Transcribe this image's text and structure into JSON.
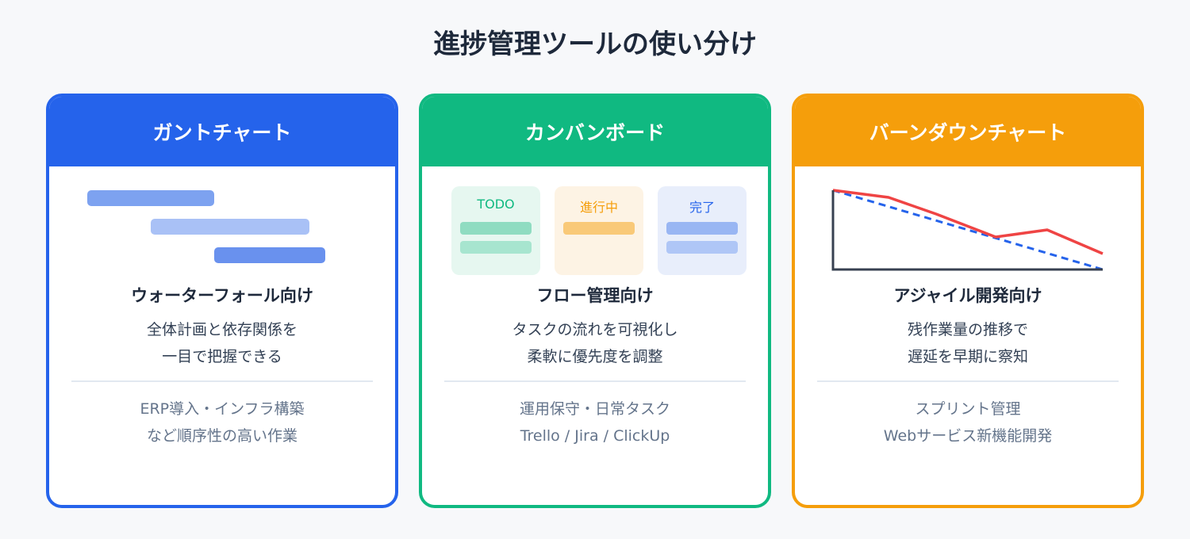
{
  "title": "進捗管理ツールの使い分け",
  "cards": [
    {
      "header": "ガントチャート",
      "color": "#2563eb",
      "heading": "ウォーターフォール向け",
      "desc_lines": [
        "全体計画と依存関係を",
        "一目で把握できる"
      ],
      "uses_lines": [
        "ERP導入・インフラ構築",
        "など順序性の高い作業"
      ]
    },
    {
      "header": "カンバンボード",
      "color": "#10b981",
      "heading": "フロー管理向け",
      "desc_lines": [
        "タスクの流れを可視化し",
        "柔軟に優先度を調整"
      ],
      "uses_lines": [
        "運用保守・日常タスク",
        "Trello / Jira / ClickUp"
      ],
      "columns": [
        {
          "label": "TODO",
          "label_color": "#10b981",
          "bg": "#e6f7f0",
          "cards": 2
        },
        {
          "label": "進行中",
          "label_color": "#f59e0b",
          "bg": "#fdf3e4",
          "cards": 1
        },
        {
          "label": "完了",
          "label_color": "#2563eb",
          "bg": "#e8eefb",
          "cards": 2
        }
      ]
    },
    {
      "header": "バーンダウンチャート",
      "color": "#f59e0b",
      "heading": "アジャイル開発向け",
      "desc_lines": [
        "残作業量の推移で",
        "遅延を早期に察知"
      ],
      "uses_lines": [
        "スプリント管理",
        "Webサービス新機能開発"
      ]
    }
  ],
  "chart_data": {
    "type": "line",
    "title": "",
    "series": [
      {
        "name": "actual",
        "color": "#ef4444",
        "values": [
          100,
          91,
          70,
          41,
          50,
          20
        ]
      },
      {
        "name": "ideal",
        "color": "#2563eb",
        "style": "dashed",
        "values": [
          100,
          80,
          60,
          40,
          20,
          0
        ]
      }
    ],
    "x": [
      0,
      1,
      2,
      3,
      4,
      5
    ],
    "xlabel": "",
    "ylabel": "",
    "grid": false
  }
}
